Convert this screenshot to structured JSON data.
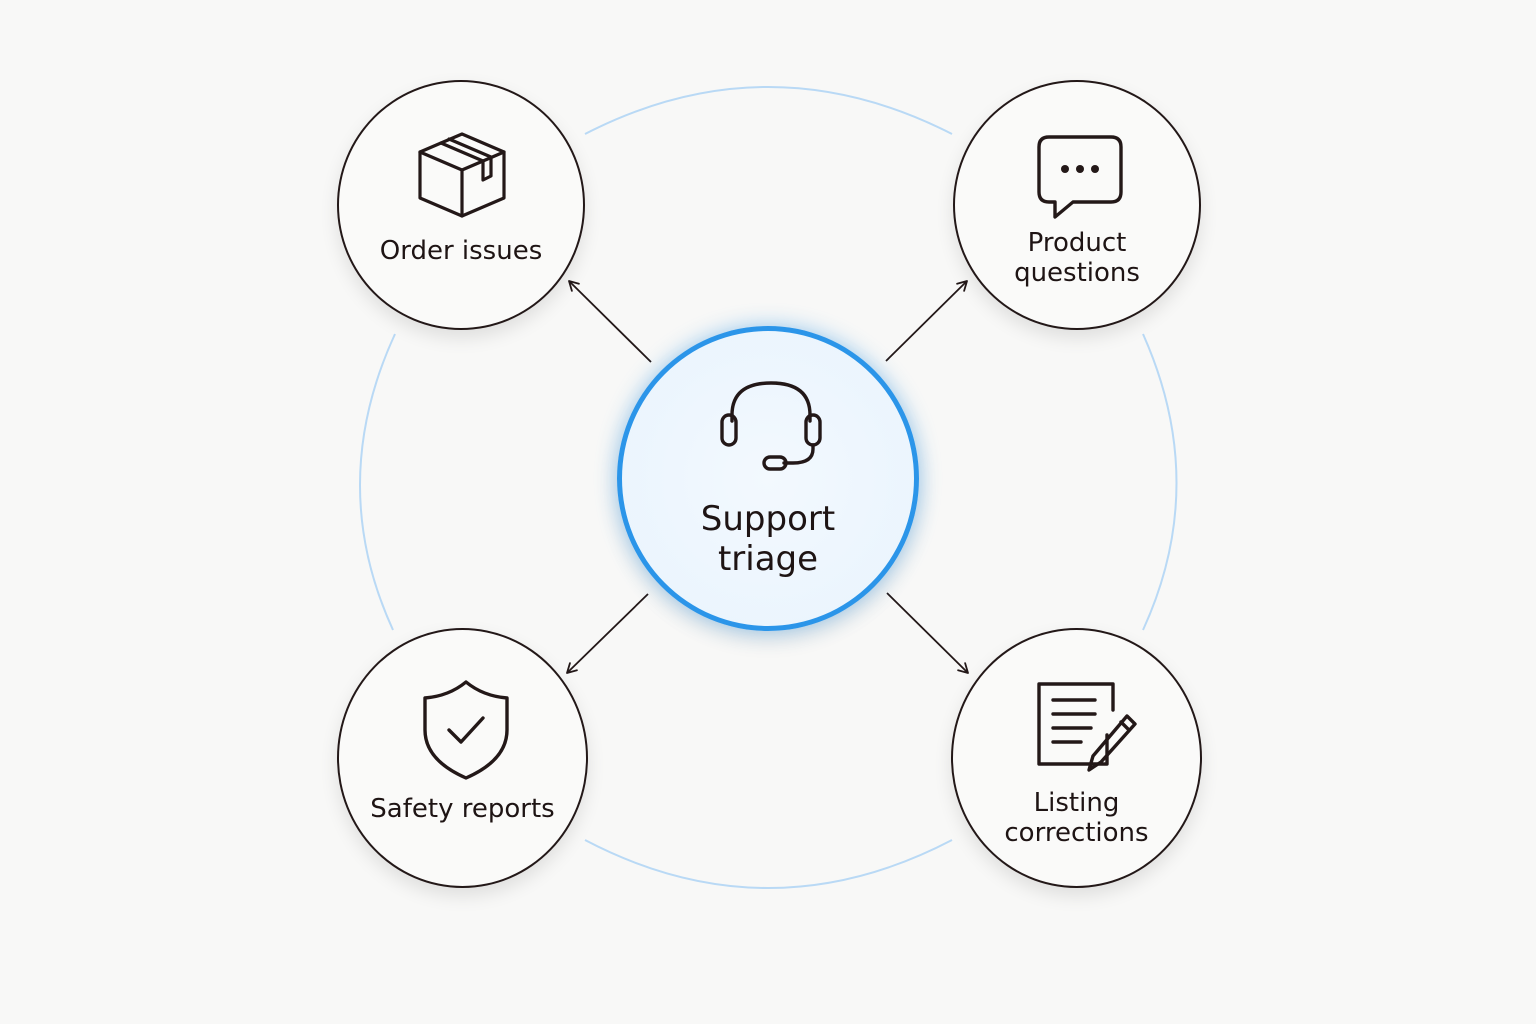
{
  "diagram": {
    "center": {
      "icon": "headset-icon",
      "label_line1": "Support",
      "label_line2": "triage"
    },
    "nodes": [
      {
        "id": "order",
        "icon": "package-box-icon",
        "label_line1": "Order issues",
        "label_line2": ""
      },
      {
        "id": "product",
        "icon": "chat-bubble-icon",
        "label_line1": "Product",
        "label_line2": "questions"
      },
      {
        "id": "safety",
        "icon": "shield-check-icon",
        "label_line1": "Safety reports",
        "label_line2": ""
      },
      {
        "id": "listing",
        "icon": "document-pencil-icon",
        "label_line1": "Listing",
        "label_line2": "corrections"
      }
    ],
    "colors": {
      "accent": "#2b95e9",
      "ring": "#b9d9f5",
      "ink": "#231818",
      "background": "#f8f8f7"
    }
  }
}
